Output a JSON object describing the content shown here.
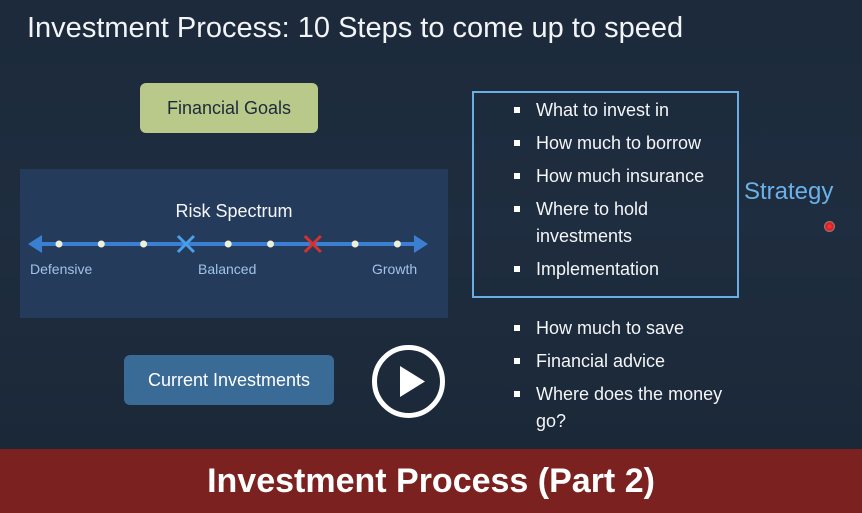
{
  "slide": {
    "title": "Investment Process: 10 Steps to come up to speed"
  },
  "goals_box": {
    "label": "Financial Goals"
  },
  "risk_spectrum": {
    "title": "Risk Spectrum",
    "labels": {
      "left": "Defensive",
      "middle": "Balanced",
      "right": "Growth"
    },
    "dot_count": 9,
    "markers": [
      {
        "icon": "blue-x-marker-icon",
        "position": 4,
        "color": "#4a9fe8"
      },
      {
        "icon": "red-x-marker-icon",
        "position": 7,
        "color": "#d8302e"
      }
    ],
    "line_color": "#3a7fd1"
  },
  "current_box": {
    "label": "Current Investments"
  },
  "play_button": {
    "icon": "play-icon"
  },
  "strategy": {
    "label": "Strategy",
    "boxed_items": [
      "What to invest in",
      "How much to borrow",
      "How much insurance",
      "Where to hold investments",
      "Implementation"
    ],
    "other_items": [
      "How much to save",
      "Financial advice",
      "Where does the money go?"
    ]
  },
  "banner": {
    "title": "Investment Process (Part 2)"
  },
  "colors": {
    "slide_bg": "#1d2b3c",
    "goals_bg": "#b9c98a",
    "current_bg": "#3a6a96",
    "strategy_accent": "#6ab1ea",
    "banner_bg": "#7b2120"
  }
}
